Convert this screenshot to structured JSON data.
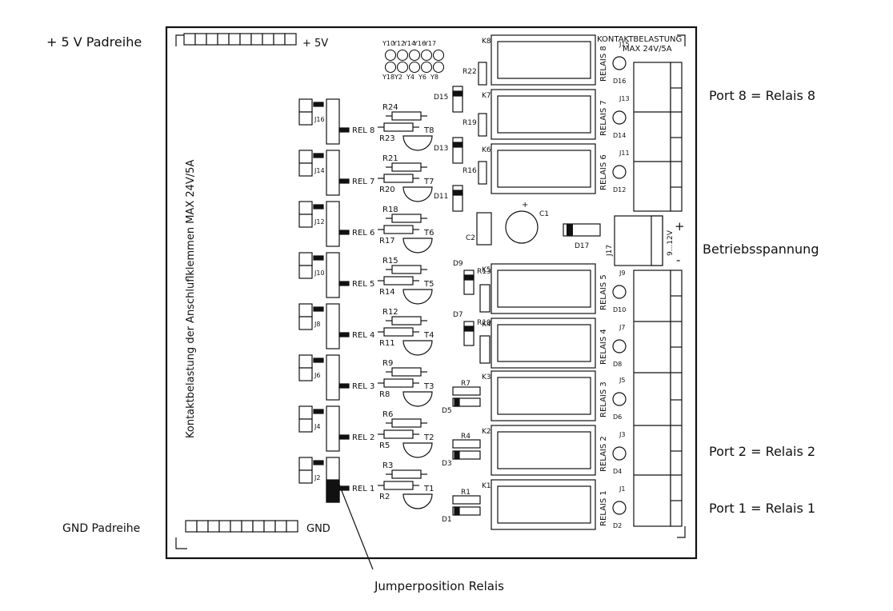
{
  "outer_labels": {
    "top_left": "+ 5 V Padreihe",
    "bottom_left": "GND Padreihe",
    "port8": "Port 8 = Relais 8",
    "power": "Betriebsspannung",
    "port2": "Port 2 = Relais 2",
    "port1": "Port 1 = Relais 1",
    "jumper_note": "Jumperposition Relais"
  },
  "board": {
    "pad_top_label": "+ 5V",
    "pad_bottom_label": "GND",
    "vertical_label": "Kontaktbelastung der Anschluflklemmen  MAX 24V/5A",
    "load_label_1": "KONTAKTBELASTUNG",
    "load_label_2": "MAX 24V/5A",
    "y_top": [
      "Y10",
      "Y12",
      "Y14",
      "Y16",
      "Y17"
    ],
    "y_bottom": [
      "Y18",
      "Y2",
      "Y4",
      "Y6",
      "Y8"
    ],
    "jumpers": [
      {
        "jid": "J16",
        "rel": "REL 8"
      },
      {
        "jid": "J14",
        "rel": "REL 7"
      },
      {
        "jid": "J12",
        "rel": "REL 6"
      },
      {
        "jid": "J10",
        "rel": "REL 5"
      },
      {
        "jid": "J8",
        "rel": "REL 4"
      },
      {
        "jid": "J6",
        "rel": "REL 3"
      },
      {
        "jid": "J4",
        "rel": "REL 2"
      },
      {
        "jid": "J2",
        "rel": "REL 1"
      }
    ],
    "drivers": [
      {
        "ra": "R24",
        "rb": "R23",
        "t": "T8"
      },
      {
        "ra": "R21",
        "rb": "R20",
        "t": "T7"
      },
      {
        "ra": "R18",
        "rb": "R17",
        "t": "T6"
      },
      {
        "ra": "R15",
        "rb": "R14",
        "t": "T5"
      },
      {
        "ra": "R12",
        "rb": "R11",
        "t": "T4"
      },
      {
        "ra": "R9",
        "rb": "R8",
        "t": "T3"
      },
      {
        "ra": "R6",
        "rb": "R5",
        "t": "T2"
      },
      {
        "ra": "R3",
        "rb": "R2",
        "t": "T1"
      }
    ],
    "relays_upper": [
      {
        "k": "K8",
        "name": "RELAIS 8",
        "j": "J15",
        "d": "D16"
      },
      {
        "k": "K7",
        "name": "RELAIS 7",
        "j": "J13",
        "d": "D14"
      },
      {
        "k": "K6",
        "name": "RELAIS 6",
        "j": "J11",
        "d": "D12"
      }
    ],
    "relays_lower": [
      {
        "k": "K5",
        "name": "RELAIS 5",
        "j": "J9",
        "d": "D10"
      },
      {
        "k": "K4",
        "name": "RELAIS 4",
        "j": "J7",
        "d": "D8"
      },
      {
        "k": "K3",
        "name": "RELAIS 3",
        "j": "J5",
        "d": "D6"
      },
      {
        "k": "K2",
        "name": "RELAIS 2",
        "j": "J3",
        "d": "D4"
      },
      {
        "k": "K1",
        "name": "RELAIS 1",
        "j": "J1",
        "d": "D2"
      }
    ],
    "mid_upper": [
      {
        "r": "R22",
        "d": "D15"
      },
      {
        "r": "R19",
        "d": "D13"
      },
      {
        "r": "R16",
        "d": "D11"
      }
    ],
    "mid_lower": [
      {
        "r": "R13",
        "d": "D9"
      },
      {
        "r": "R10",
        "d": "D7"
      },
      {
        "r": "R7",
        "d": "D5"
      },
      {
        "r": "R4",
        "d": "D3"
      },
      {
        "r": "R1",
        "d": "D1"
      }
    ],
    "c1": "C1",
    "c2": "C2",
    "d17": "D17",
    "j17": "J17",
    "voltage": "9...12V",
    "plus": "+",
    "minus": "-"
  }
}
